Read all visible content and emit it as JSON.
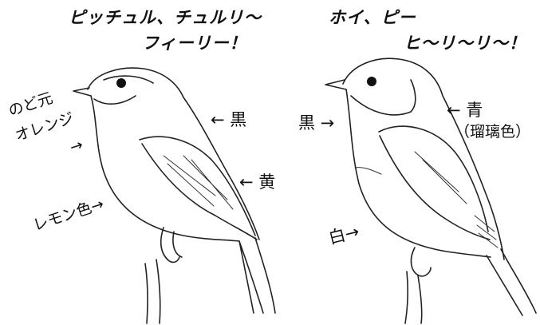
{
  "left_bird": {
    "song_line1": "ピッチュル、チュルリ〜",
    "song_line2": "フィーリー！",
    "throat_line1": "のど元",
    "throat_line2": "オレンジ",
    "throat_arrow": "→",
    "belly": "レモン色→",
    "back": "← 黒",
    "wing": "← 黄"
  },
  "right_bird": {
    "song_line1": "ホイ、ピー",
    "song_line2": "ヒ〜リ〜リ〜！",
    "head": "黒 →",
    "back": "← 青",
    "back_note": "（瑠璃色）",
    "belly": "白→"
  }
}
